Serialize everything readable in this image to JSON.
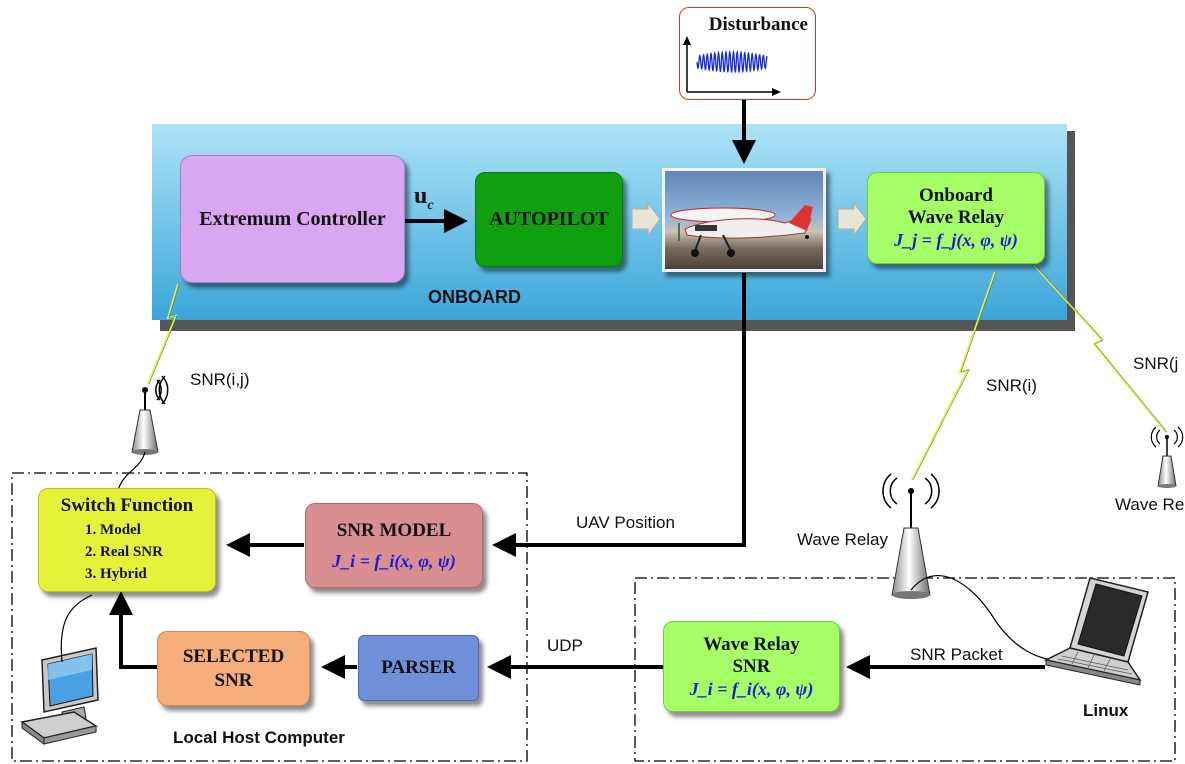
{
  "disturbance": {
    "title": "Disturbance"
  },
  "onboard": {
    "label": "ONBOARD",
    "extremum_controller": "Extremum Controller",
    "uc_main": "u",
    "uc_sub": "c",
    "autopilot": "AUTOPILOT",
    "wave_relay_line1": "Onboard",
    "wave_relay_line2": "Wave Relay",
    "wave_relay_eq": "J_j = f_j(x, φ, ψ)"
  },
  "links": {
    "snr_ij": "SNR(i,j)",
    "snr_i": "SNR(i)",
    "snr_j": "SNR(j",
    "uav_position": "UAV Position",
    "udp": "UDP",
    "snr_packet": "SNR Packet"
  },
  "local_host": {
    "label": "Local Host Computer",
    "switch_title": "Switch Function",
    "switch_items": [
      "1. Model",
      "2. Real SNR",
      "3. Hybrid"
    ],
    "snr_model_title": "SNR MODEL",
    "snr_model_eq": "J_i = f_i(x, φ, ψ)",
    "selected_line1": "SELECTED",
    "selected_line2": "SNR",
    "parser": "PARSER"
  },
  "linux_box": {
    "label": "Linux",
    "wave_relay_line1": "Wave Relay",
    "wave_relay_line2": "SNR",
    "wave_relay_eq": "J_i = f_i(x, φ, ψ)",
    "antenna_label": "Wave Relay"
  },
  "far_antenna_label": "Wave Relay",
  "colors": {
    "controller": "#d9a6f2",
    "autopilot": "#0fa00f",
    "onboard_relay": "#a6ff66",
    "snr_model": "#d98f8f",
    "switch": "#e6f23a",
    "selected": "#f5ad7a",
    "parser": "#6f8fd8",
    "onboard_panel": "#6cc3e8"
  }
}
